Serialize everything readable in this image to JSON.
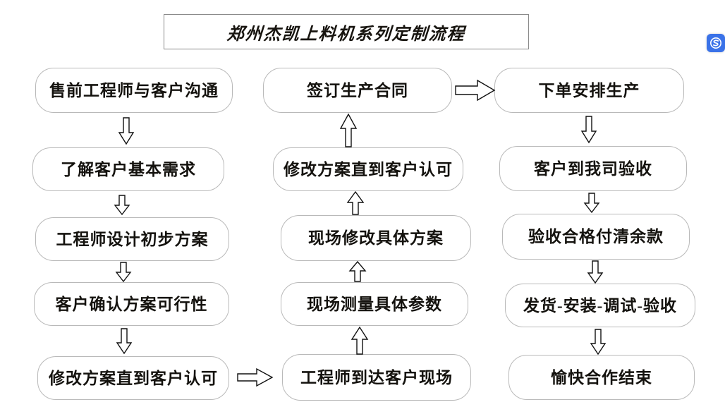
{
  "title": {
    "text": "郑州杰凯上料机系列定制流程"
  },
  "watermark": {
    "icon": "s-logo-icon",
    "color": "#3a72e8"
  },
  "colors": {
    "node_border": "#b9b9b9",
    "title_border": "#8a8a8a",
    "arrow_stroke": "#111111",
    "text": "#14120e",
    "background": "#ffffff"
  },
  "columns": [
    {
      "name": "column-1",
      "direction": "down",
      "nodes": [
        {
          "id": "n1",
          "label": "售前工程师与客户沟通"
        },
        {
          "id": "n2",
          "label": "了解客户基本需求"
        },
        {
          "id": "n3",
          "label": "工程师设计初步方案"
        },
        {
          "id": "n4",
          "label": "客户确认方案可行性"
        },
        {
          "id": "n5",
          "label": "修改方案直到客户认可"
        }
      ]
    },
    {
      "name": "column-2",
      "direction": "up",
      "nodes": [
        {
          "id": "n6",
          "label": "签订生产合同"
        },
        {
          "id": "n7",
          "label": "修改方案直到客户认可"
        },
        {
          "id": "n8",
          "label": "现场修改具体方案"
        },
        {
          "id": "n9",
          "label": "现场测量具体参数"
        },
        {
          "id": "n10",
          "label": "工程师到达客户现场"
        }
      ]
    },
    {
      "name": "column-3",
      "direction": "down",
      "nodes": [
        {
          "id": "n11",
          "label": "下单安排生产"
        },
        {
          "id": "n12",
          "label": "客户到我司验收"
        },
        {
          "id": "n13",
          "label": "验收合格付清余款"
        },
        {
          "id": "n14",
          "label": "发货-安装-调试-验收"
        },
        {
          "id": "n15",
          "label": "愉快合作结束"
        }
      ]
    }
  ],
  "connectors": [
    {
      "name": "arrow-c1-n1-to-n2",
      "type": "down"
    },
    {
      "name": "arrow-c1-n2-to-n3",
      "type": "down"
    },
    {
      "name": "arrow-c1-n3-to-n4",
      "type": "down"
    },
    {
      "name": "arrow-c1-n4-to-n5",
      "type": "down"
    },
    {
      "name": "arrow-c1-n5-to-c2-n10",
      "type": "right"
    },
    {
      "name": "arrow-c2-n10-to-n9",
      "type": "up"
    },
    {
      "name": "arrow-c2-n9-to-n8",
      "type": "up"
    },
    {
      "name": "arrow-c2-n8-to-n7",
      "type": "up"
    },
    {
      "name": "arrow-c2-n7-to-n6",
      "type": "up"
    },
    {
      "name": "arrow-c2-n6-to-c3-n11",
      "type": "right"
    },
    {
      "name": "arrow-c3-n11-to-n12",
      "type": "down"
    },
    {
      "name": "arrow-c3-n12-to-n13",
      "type": "down"
    },
    {
      "name": "arrow-c3-n13-to-n14",
      "type": "down"
    },
    {
      "name": "arrow-c3-n14-to-n15",
      "type": "down"
    }
  ]
}
